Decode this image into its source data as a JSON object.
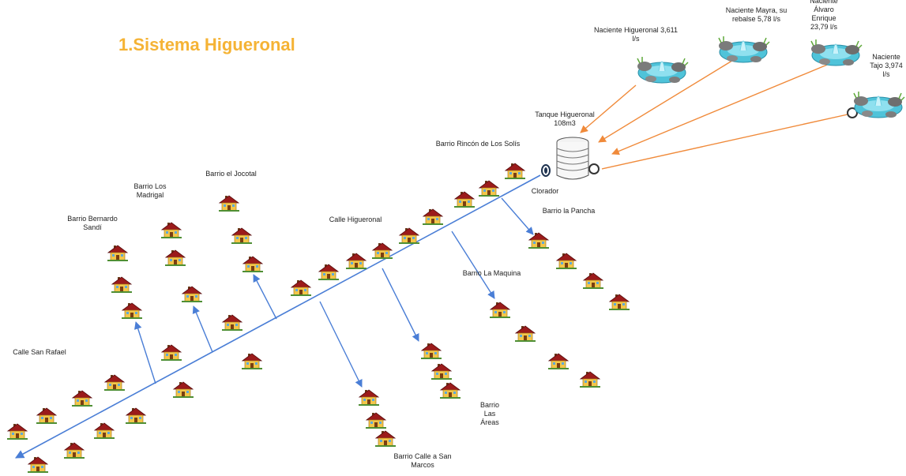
{
  "title": "1.Sistema Higueronal",
  "tank": {
    "label": "Tanque Higueronal\n108m3",
    "clorador": "Clorador"
  },
  "springs": [
    {
      "label": "Naciente Higueronal  3,611\nl/s"
    },
    {
      "label": "Naciente Mayra, su\nrebalse 5,78 l/s"
    },
    {
      "label": "Naciente\nÁlvaro\nEnrique\n23,79 l/s"
    },
    {
      "label": "Naciente\nTajo 3,974\nl/s"
    }
  ],
  "barrios": [
    {
      "label": "Barrio Rincón de Los Solís"
    },
    {
      "label": "Barrio el Jocotal"
    },
    {
      "label": "Barrio Los\nMadrigal"
    },
    {
      "label": "Barrio  Bernardo\nSandí"
    },
    {
      "label": "Calle Higueronal"
    },
    {
      "label": "Barrio la  Pancha"
    },
    {
      "label": "Barrio La Maquina"
    },
    {
      "label": "Calle San Rafael"
    },
    {
      "label": "Barrio\nLas\nÁreas"
    },
    {
      "label": "Barrio Calle a San\nMarcos"
    }
  ],
  "colors": {
    "title": "#f5b335",
    "pipe": "#4a7ed6",
    "feed": "#f08a3a",
    "roof": "#9b1b1b",
    "wall": "#f3c64a",
    "water": "#4fc3d9"
  },
  "icons": [
    "house-icon",
    "spring-icon",
    "tank-icon",
    "clorador-icon",
    "valve-icon"
  ]
}
